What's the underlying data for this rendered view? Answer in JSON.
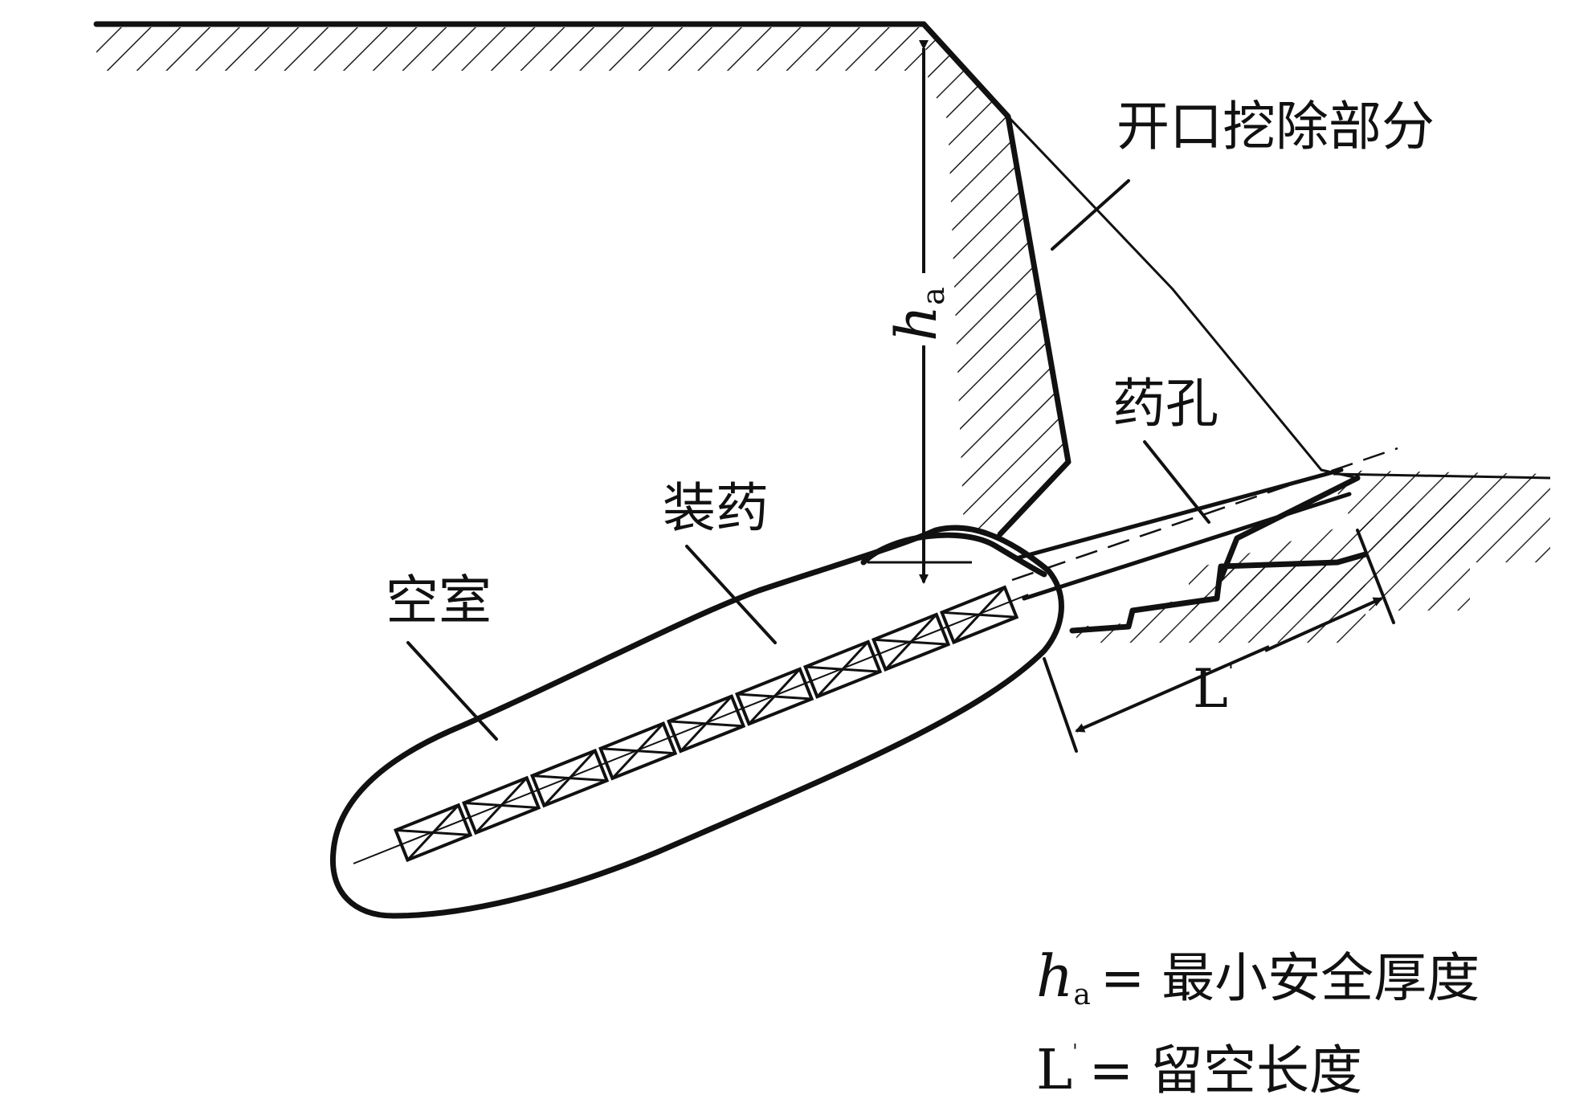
{
  "labels": {
    "excavation": "开口挖除部分",
    "hole": "药孔",
    "charge": "装药",
    "chamber": "空室",
    "ha_symbol": "h",
    "ha_subscript": "a",
    "l_symbol": "L",
    "l_prime": "'"
  },
  "legend": {
    "ha_symbol": "h",
    "ha_subscript": "a",
    "ha_def": "= 最小安全厚度",
    "l_symbol": "L",
    "l_prime": "'",
    "l_def": "= 留空长度"
  }
}
